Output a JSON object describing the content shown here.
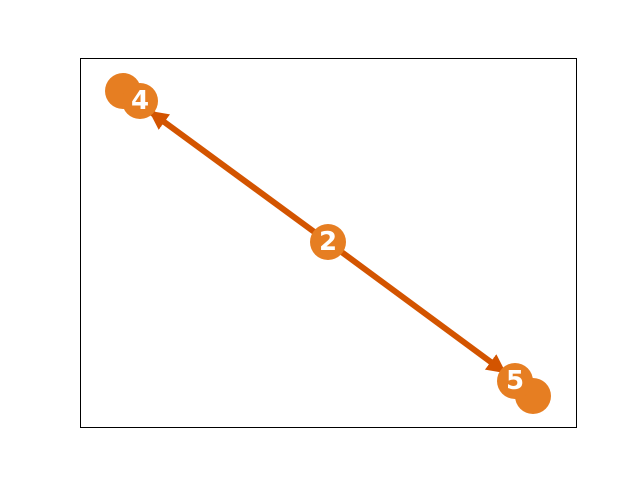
{
  "colors": {
    "background": "#ffffff",
    "frame": "#000000",
    "node": "#e67e22",
    "edge": "#d35400",
    "label": "#ffffff"
  },
  "diagram": {
    "type": "network-graph",
    "nodes": [
      {
        "id": "n4",
        "label": "4"
      },
      {
        "id": "n4-shadow",
        "label": ""
      },
      {
        "id": "n2",
        "label": "2"
      },
      {
        "id": "n5",
        "label": "5"
      },
      {
        "id": "n5-shadow",
        "label": ""
      }
    ],
    "edges": [
      {
        "from": "n2",
        "to": "n4",
        "arrow": "end"
      },
      {
        "from": "n2",
        "to": "n5",
        "arrow": "end"
      }
    ]
  }
}
